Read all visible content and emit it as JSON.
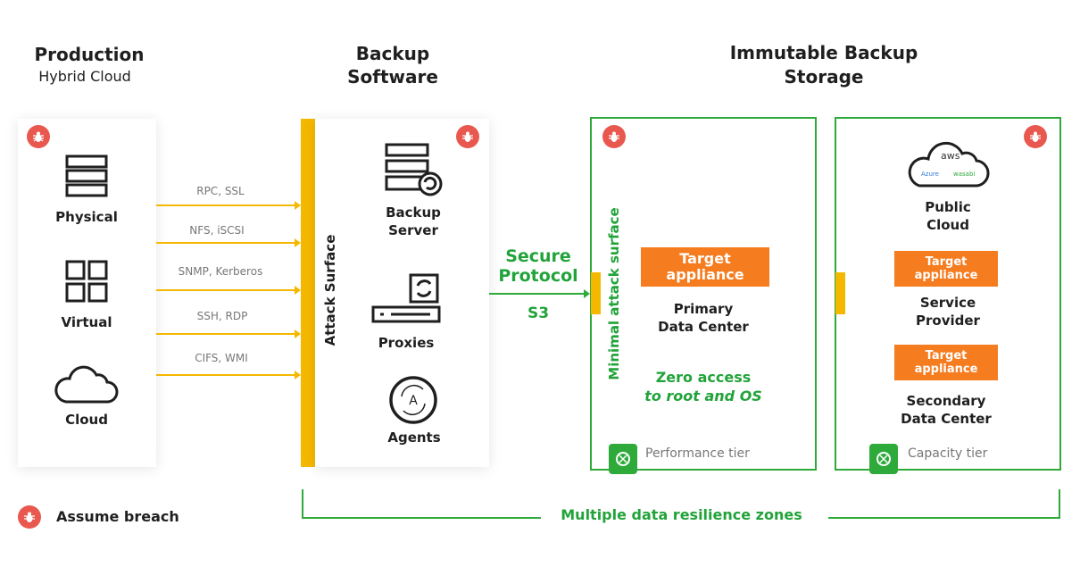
{
  "columns": {
    "production_title": "Production",
    "production_subtitle": "Hybrid Cloud",
    "backup_title_1": "Backup",
    "backup_title_2": "Software",
    "storage_title_1": "Immutable Backup",
    "storage_title_2": "Storage"
  },
  "production": {
    "items": [
      "Physical",
      "Virtual",
      "Cloud"
    ]
  },
  "protocols": [
    "RPC, SSL",
    "NFS, iSCSI",
    "SNMP, Kerberos",
    "SSH, RDP",
    "CIFS, WMI"
  ],
  "attack_surface": "Attack Surface",
  "backup": {
    "server_1": "Backup",
    "server_2": "Server",
    "proxies": "Proxies",
    "agents": "Agents"
  },
  "secure": {
    "line1": "Secure",
    "line2": "Protocol",
    "s3": "S3"
  },
  "primary": {
    "vertical": "Minimal attack surface",
    "target_1": "Target",
    "target_2": "appliance",
    "name_1": "Primary",
    "name_2": "Data Center",
    "zero_1": "Zero access",
    "zero_2": "to root and OS",
    "tier": "Performance tier"
  },
  "capacity": {
    "cloud_logos": [
      "aws",
      "Azure",
      "wasabi"
    ],
    "public_1": "Public",
    "public_2": "Cloud",
    "target_1": "Target",
    "target_2": "appliance",
    "sp_1": "Service",
    "sp_2": "Provider",
    "sdc_1": "Secondary",
    "sdc_2": "Data Center",
    "tier": "Capacity tier"
  },
  "footer": {
    "zones": "Multiple data resilience zones",
    "legend": "Assume breach"
  },
  "colors": {
    "yellow": "#f5b800",
    "green": "#2eaa3b",
    "orange": "#f57c1f",
    "breach": "#e8584f"
  }
}
